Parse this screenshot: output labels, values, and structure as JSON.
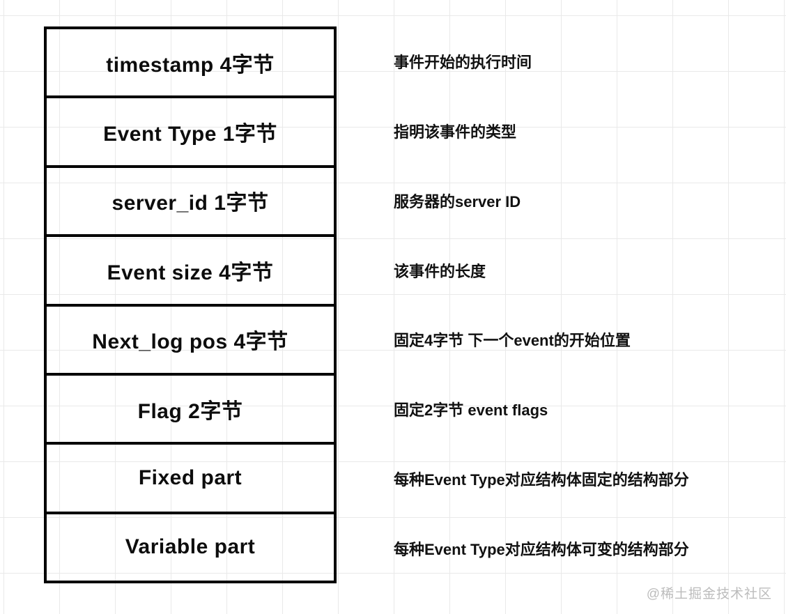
{
  "diagram": {
    "title_semantic": "binlog-event-structure",
    "rows": [
      {
        "label": "timestamp 4字节",
        "description": "事件开始的执行时间"
      },
      {
        "label": "Event Type 1字节",
        "description": "指明该事件的类型"
      },
      {
        "label": "server_id 1字节",
        "description": "服务器的server ID"
      },
      {
        "label": "Event size 4字节",
        "description": "该事件的长度"
      },
      {
        "label": "Next_log pos 4字节",
        "description": "固定4字节 下一个event的开始位置"
      },
      {
        "label": "Flag 2字节",
        "description": "固定2字节 event flags"
      },
      {
        "label": "Fixed part",
        "description": "每种Event Type对应结构体固定的结构部分"
      },
      {
        "label": "Variable part",
        "description": "每种Event Type对应结构体可变的结构部分"
      }
    ],
    "colors": {
      "border": "#000000",
      "text": "#0d0d0d",
      "grid_line": "#e9e9e9",
      "watermark": "#bcbcbc"
    }
  },
  "watermark": {
    "text": "@稀土掘金技术社区"
  }
}
